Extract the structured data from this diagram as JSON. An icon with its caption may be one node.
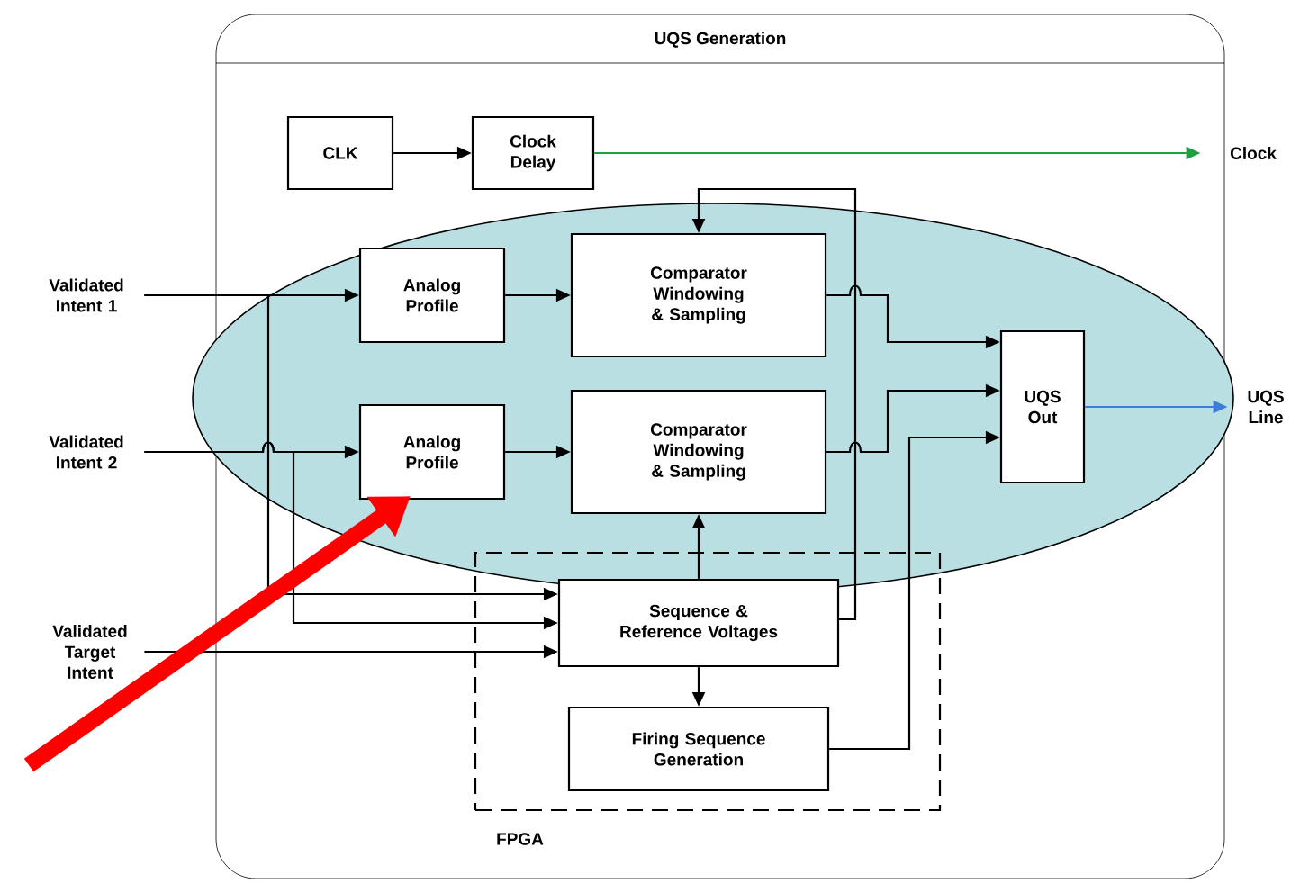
{
  "diagram": {
    "nodes": [
      {
        "text": [
          "UQS Generation"
        ]
      },
      {
        "text": [
          "CLK"
        ],
        "in": 0
      },
      {
        "text": [
          "Clock Delay"
        ],
        "in": 0
      },
      {
        "text": [
          "Clock"
        ]
      },
      {
        "text": [
          "Validated Intent 1"
        ]
      },
      {
        "text": [
          "Validated Intent 2"
        ]
      },
      {
        "text": [
          "Validated Target Intent"
        ]
      },
      {
        "text": [
          "Analog Profile"
        ],
        "in": 0
      },
      {
        "text": [
          "Analog Profile"
        ],
        "in": 0
      },
      {
        "text": [
          "Comparator Windowing & Sampling"
        ],
        "in": 0
      },
      {
        "text": [
          "Comparator Windowing & Sampling"
        ],
        "in": 0
      },
      {
        "text": [
          "UQS Out"
        ],
        "in": 0
      },
      {
        "text": [
          "UQS Line"
        ]
      },
      {
        "text": [
          "FPGA"
        ],
        "in": 0
      },
      {
        "text": [
          "Sequence & Reference Voltages"
        ],
        "in": 13
      },
      {
        "text": [
          "Firing Sequence Generation"
        ],
        "in": 13
      }
    ],
    "edges": [
      {
        "from": 1,
        "to": 2,
        "arrow": "to"
      },
      {
        "from": 2,
        "to": 3,
        "arrow": "to",
        "color": "#1fa040"
      },
      {
        "from": 4,
        "to": 7,
        "arrow": "to"
      },
      {
        "from": 4,
        "to": 14,
        "arrow": "to"
      },
      {
        "from": 5,
        "to": 8,
        "arrow": "to"
      },
      {
        "from": 5,
        "to": 14,
        "arrow": "to"
      },
      {
        "from": 6,
        "to": 14,
        "arrow": "to"
      },
      {
        "from": 7,
        "to": 9,
        "arrow": "to"
      },
      {
        "from": 8,
        "to": 10,
        "arrow": "to"
      },
      {
        "from": 9,
        "to": 11,
        "arrow": "to"
      },
      {
        "from": 10,
        "to": 11,
        "arrow": "to"
      },
      {
        "from": 14,
        "to": 9,
        "arrow": "to"
      },
      {
        "from": 14,
        "to": 10,
        "arrow": "to"
      },
      {
        "from": 14,
        "to": 15,
        "arrow": "to"
      },
      {
        "from": 15,
        "to": 11,
        "arrow": "to"
      },
      {
        "from": 11,
        "to": 12,
        "arrow": "to",
        "color": "#3b7dd8"
      },
      {
        "from": null,
        "to": 8,
        "arrow": "to",
        "style": "thick",
        "color": "#ff0000"
      }
    ]
  }
}
